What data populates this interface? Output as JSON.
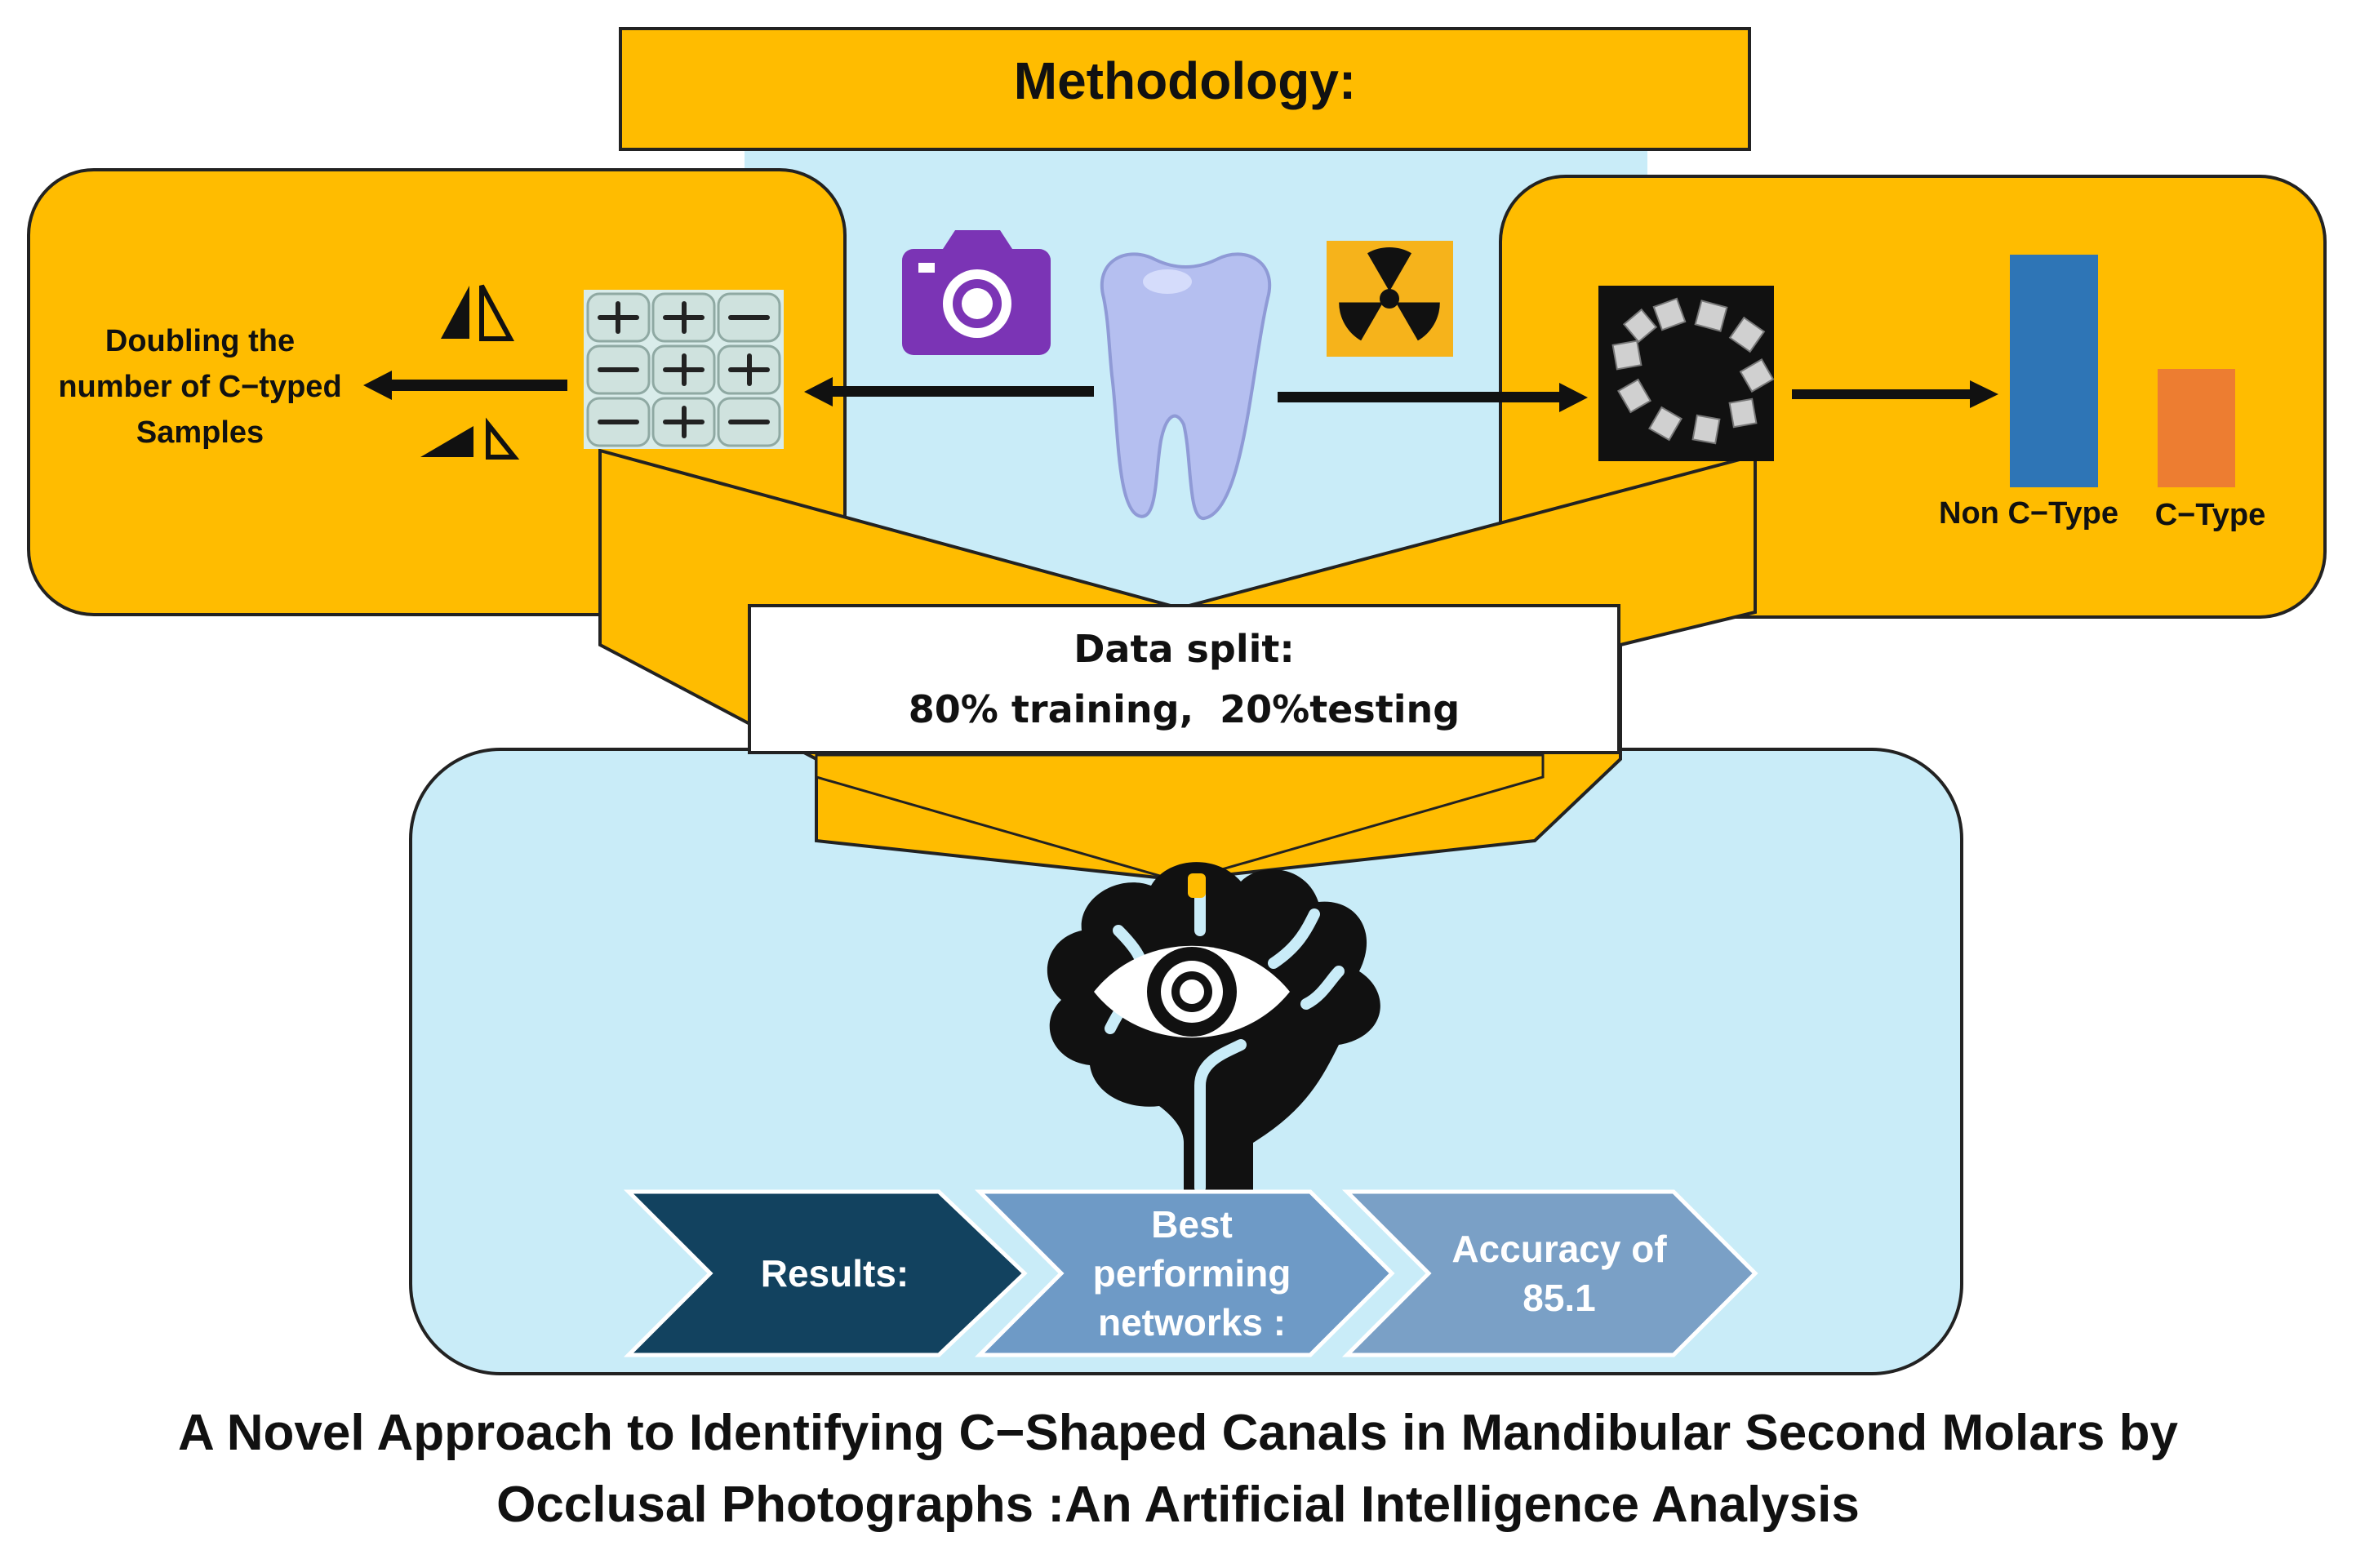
{
  "header": {
    "title": "Methodology:"
  },
  "left_panel": {
    "augmentation_text": [
      "Doubling the",
      "number of C−typed",
      "Samples"
    ]
  },
  "right_panel": {
    "bar_labels": [
      "Non C−Type",
      "C−Type"
    ]
  },
  "split_box": {
    "line1": "Data split:",
    "line2": "80% training,  20%testing"
  },
  "chevrons": [
    {
      "label": "Results:"
    },
    {
      "label": "Best\nperforming\nnetworks :"
    },
    {
      "label": "Accuracy of\n85.1"
    }
  ],
  "caption": {
    "line1": "A Novel Approach to Identifying C−Shaped Canals in Mandibular Second Molars by",
    "line2": "Occlusal Photographs :An Artificial Intelligence Analysis"
  },
  "icons": [
    "camera-icon",
    "tooth-icon",
    "radiation-icon",
    "mirror-flip-icon",
    "brain-eye-icon"
  ],
  "colors": {
    "panel_orange": "#FFBC00",
    "light_blue": "#C9ECF8",
    "camera_purple": "#7B34B5",
    "bar_blue": "#2E75B6",
    "bar_orange": "#ED7D31",
    "chevron_dark": "#12425F",
    "chevron_mid": "#6E9AC6",
    "chevron_light": "#7AA0C6"
  }
}
